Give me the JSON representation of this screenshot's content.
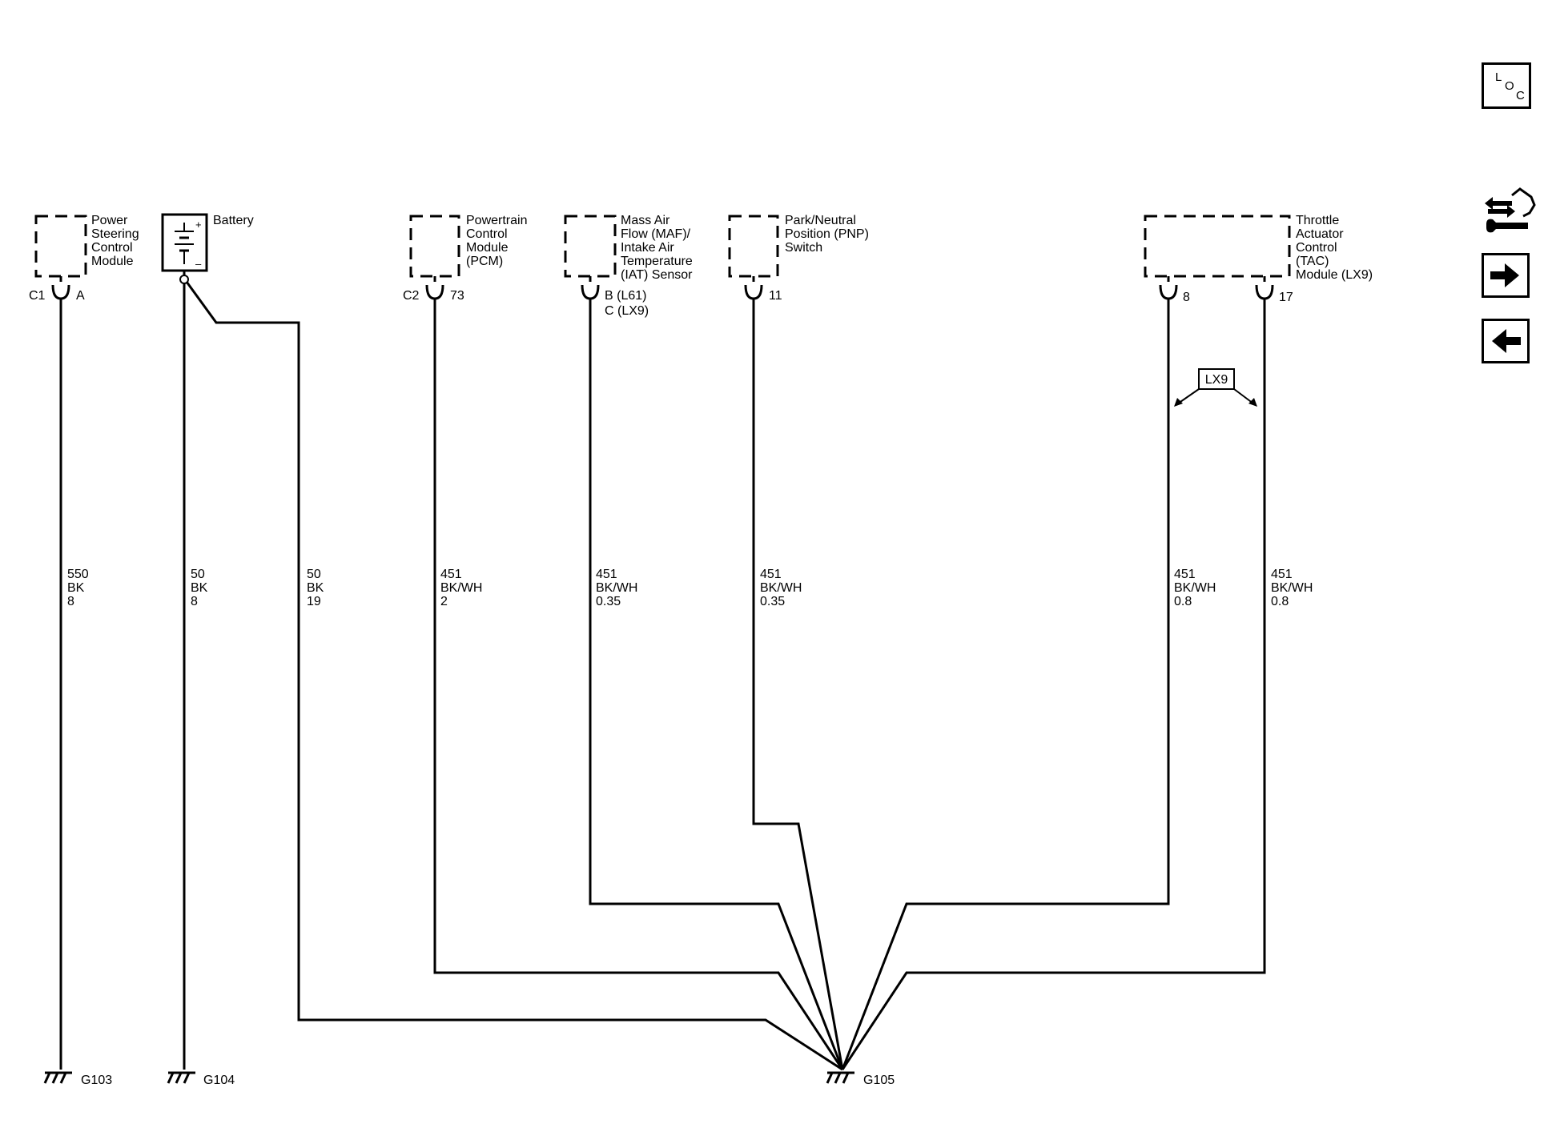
{
  "components": {
    "psc": {
      "label": [
        "Power",
        "Steering",
        "Control",
        "Module"
      ],
      "connector": "C1",
      "pin": "A"
    },
    "battery": {
      "label": "Battery",
      "plus": "+",
      "minus": "–"
    },
    "pcm": {
      "label": [
        "Powertrain",
        "Control",
        "Module",
        "(PCM)"
      ],
      "connector": "C2",
      "pin": "73"
    },
    "maf": {
      "label": [
        "Mass Air",
        "Flow (MAF)/",
        "Intake Air",
        "Temperature",
        "(IAT) Sensor"
      ],
      "pin_line1": "B (L61)",
      "pin_line2": "C (LX9)"
    },
    "pnp": {
      "label": [
        "Park/Neutral",
        "Position (PNP)",
        "Switch"
      ],
      "pin": "11"
    },
    "tac": {
      "label": [
        "Throttle",
        "Actuator",
        "Control",
        "(TAC)",
        "Module (LX9)"
      ],
      "pin_a": "8",
      "pin_b": "17"
    }
  },
  "wires": [
    {
      "id": "psc",
      "circuit": "550",
      "color": "BK",
      "size": "8"
    },
    {
      "id": "bat1",
      "circuit": "50",
      "color": "BK",
      "size": "8"
    },
    {
      "id": "bat2",
      "circuit": "50",
      "color": "BK",
      "size": "19"
    },
    {
      "id": "pcm",
      "circuit": "451",
      "color": "BK/WH",
      "size": "2"
    },
    {
      "id": "maf",
      "circuit": "451",
      "color": "BK/WH",
      "size": "0.35"
    },
    {
      "id": "pnp",
      "circuit": "451",
      "color": "BK/WH",
      "size": "0.35"
    },
    {
      "id": "tac8",
      "circuit": "451",
      "color": "BK/WH",
      "size": "0.8"
    },
    {
      "id": "tac17",
      "circuit": "451",
      "color": "BK/WH",
      "size": "0.8"
    }
  ],
  "option_tag": "LX9",
  "grounds": {
    "g103": "G103",
    "g104": "G104",
    "g105": "G105"
  },
  "nav": {
    "loc": {
      "l": "L",
      "o": "O",
      "c": "C"
    }
  }
}
